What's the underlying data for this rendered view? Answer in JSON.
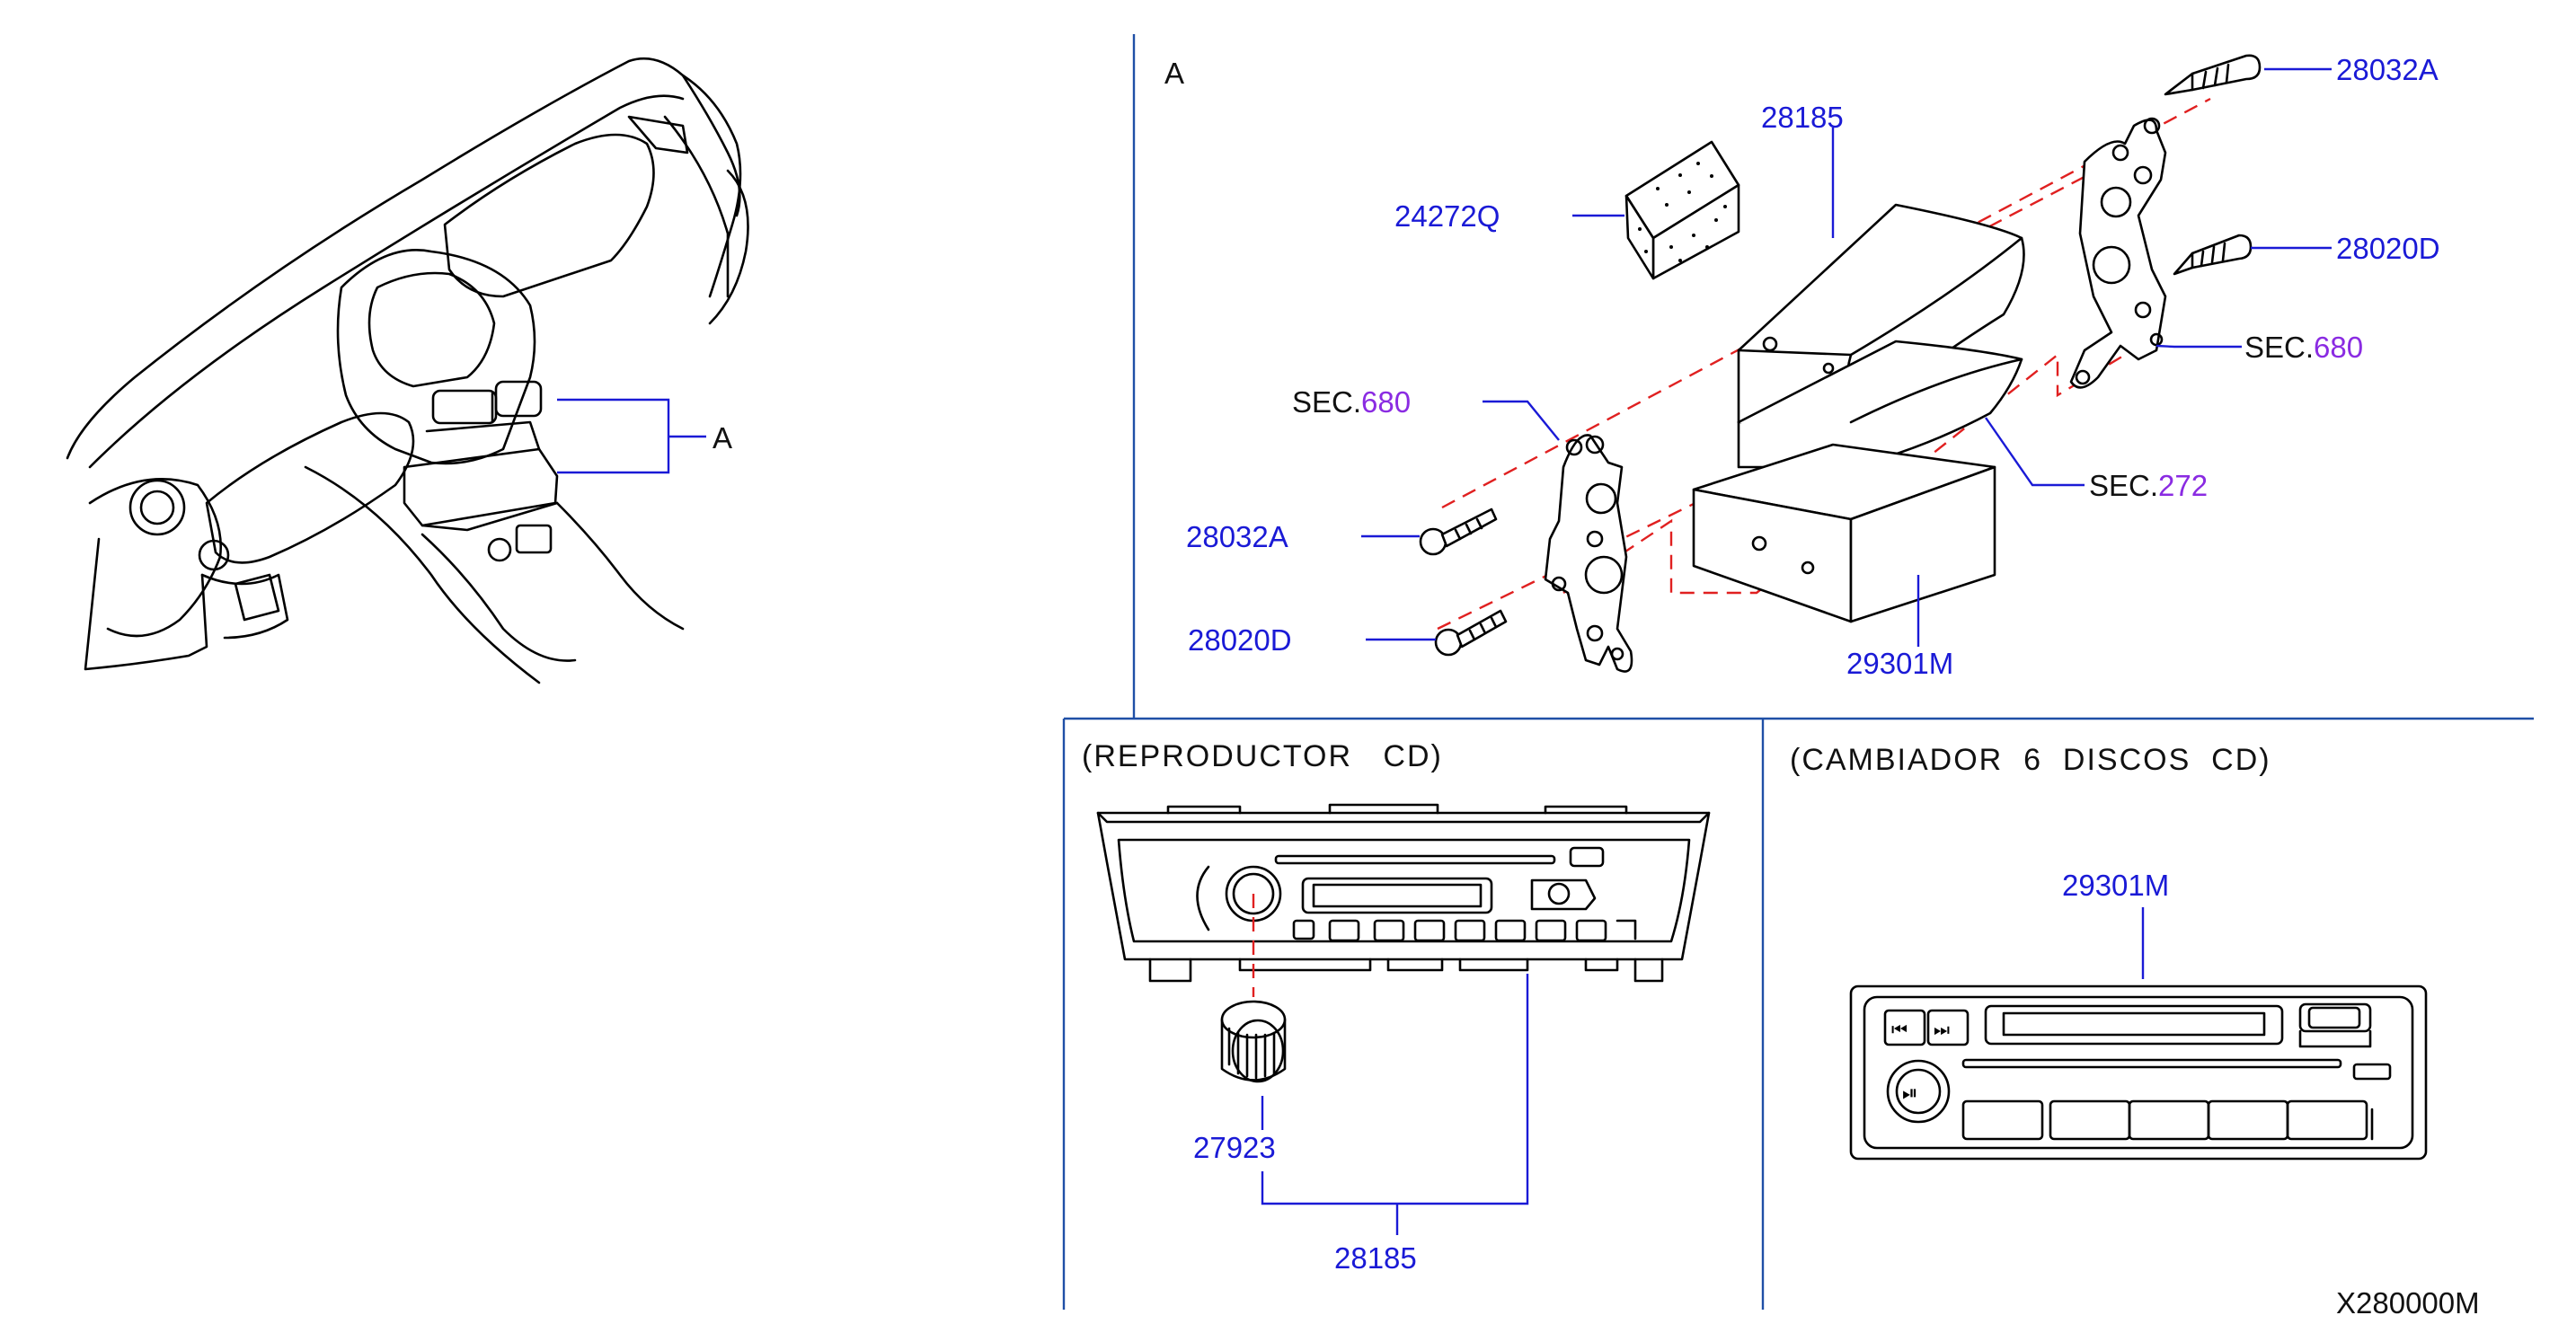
{
  "view_ref": "A",
  "overview_callout": "A",
  "parts": {
    "p28032A_top": "28032A",
    "p28185_top": "28185",
    "p24272Q": "24272Q",
    "p28020D_top": "28020D",
    "sec_prefix": "SEC.",
    "sec680_right": "680",
    "sec680_left": "680",
    "sec272": "272",
    "p28032A_left": "28032A",
    "p28020D_left": "28020D",
    "p29301M_main": "29301M"
  },
  "cd_player": {
    "title": "(REPRODUCTOR   CD)",
    "knob": "27923",
    "unit": "28185"
  },
  "cd_changer": {
    "title": "(CAMBIADOR  6  DISCOS  CD)",
    "unit": "29301M"
  },
  "diagram_code": "X280000M",
  "colors": {
    "part_label": "#1a1ad6",
    "section_number": "#8a2be2",
    "divider": "#1f4fa6",
    "alignment_dash": "#e02020"
  }
}
